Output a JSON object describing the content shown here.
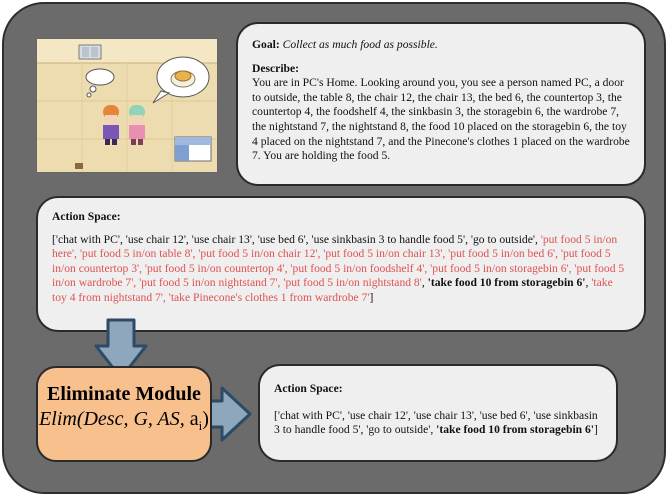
{
  "goal": {
    "label": "Goal:",
    "text": "Collect as much food as possible."
  },
  "describe": {
    "label": "Describe:",
    "text": "You are in PC's Home. Looking around you, you see a person named PC, a door to outside, the table 8, the chair 12, the chair 13, the bed 6, the countertop 3, the countertop 4, the foodshelf 4, the sinkbasin 3, the storagebin 6, the wardrobe 7, the nightstand 7, the nightstand 8, the food 10 placed on the storagebin 6, the toy 4 placed on the nightstand 7, and the Pinecone's clothes 1 placed on the wardrobe 7. You are holding the food 5."
  },
  "action_space": {
    "label": "Action Space:",
    "segments": [
      {
        "text": "['chat with PC', 'use chair 12', 'use chair 13', 'use bed 6', 'use sinkbasin 3 to handle food 5', 'go to outside', ",
        "style": "normal"
      },
      {
        "text": "'put food 5 in/on here', 'put food 5 in/on table 8', 'put food 5 in/on chair 12', 'put food 5 in/on chair 13', 'put food 5 in/on bed 6', 'put food 5 in/on countertop 3', 'put food 5 in/on countertop 4', 'put food 5 in/on foodshelf 4', 'put food 5 in/on storagebin 6', 'put food 5 in/on wardrobe 7', 'put food 5 in/on nightstand 7', 'put food 5 in/on nightstand 8'",
        "style": "red"
      },
      {
        "text": ", ",
        "style": "normal"
      },
      {
        "text": "'take food 10 from storagebin 6'",
        "style": "bold"
      },
      {
        "text": ", ",
        "style": "normal"
      },
      {
        "text": "'take toy 4 from nightstand 7', 'take Pinecone's clothes 1 from wardrobe 7'",
        "style": "red"
      },
      {
        "text": "]",
        "style": "normal"
      }
    ]
  },
  "module": {
    "title": "Eliminate Module",
    "formula_prefix": "Elim(Desc, G, AS, ",
    "formula_var": "a",
    "formula_sub": "i",
    "formula_suffix": ")"
  },
  "result": {
    "label": "Action Space:",
    "segments": [
      {
        "text": "['chat with PC', 'use chair 12', 'use chair 13', 'use bed 6', 'use sinkbasin 3 to handle food 5', 'go to outside', ",
        "style": "normal"
      },
      {
        "text": "'take food 10 from storagebin 6'",
        "style": "bold"
      },
      {
        "text": "]",
        "style": "normal"
      }
    ]
  },
  "colors": {
    "outer_fill": "#6b6b6b",
    "box_fill": "#efefef",
    "module_fill": "#f8c08d",
    "arrow_fill": "#8fa7bd",
    "arrow_stroke": "#2d4a66",
    "eliminated_text": "#e05252"
  }
}
